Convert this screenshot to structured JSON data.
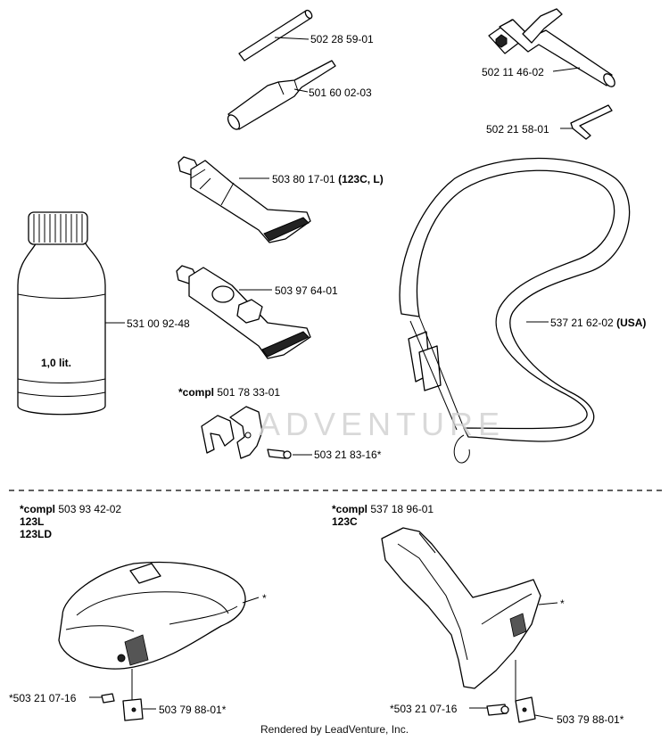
{
  "labels": {
    "rod": "502 28 59-01",
    "tube_tool": "501 60 02-03",
    "combi_wrench": "502 11 46-02",
    "hex_key": "502 21 58-01",
    "grease_tube_1": "503 80 17-01",
    "grease_tube_1_note": "(123C, L)",
    "grease_tube_2": "503 97 64-01",
    "oil_bottle": "531 00 92-48",
    "oil_bottle_text": "1,0 lit.",
    "harness": "537 21 62-02",
    "harness_note": "(USA)",
    "clamp_compl_prefix": "*compl",
    "clamp_compl": "501 78 33-01",
    "clamp_screw": "503 21 83-16*",
    "guard_l_prefix": "*compl",
    "guard_l": "503 93 42-02",
    "guard_l_model_1": "123L",
    "guard_l_model_2": "123LD",
    "guard_l_star": "*",
    "guard_l_screw": "*503 21 07-16",
    "guard_l_nut": "503 79 88-01*",
    "guard_c_prefix": "*compl",
    "guard_c": "537 18 96-01",
    "guard_c_model": "123C",
    "guard_c_star": "*",
    "guard_c_screw": "*503 21 07-16",
    "guard_c_nut": "503 79 88-01*"
  },
  "watermark": "ADVENTURE",
  "footer": "Rendered by LeadVenture, Inc."
}
